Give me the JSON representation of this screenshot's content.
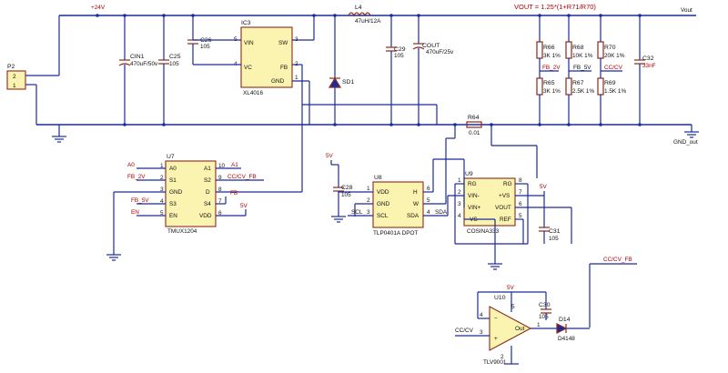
{
  "formula": "VOUT = 1.25*(1+R71/R70)",
  "nets": {
    "v24": "+24V",
    "vout": "Vout",
    "gnd_out": "GND_out",
    "v5_a": "5V",
    "v5_b": "5V",
    "v5_c": "5V",
    "v5_d": "5V",
    "a0": "A0",
    "a1": "A1",
    "fb_2v": "FB_2V",
    "fb_5v": "FB_5V",
    "en": "EN",
    "fb": "FB",
    "cc_cv_fb": "CC/CV_FB",
    "cc_cv_fb2": "CC/CV_FB",
    "cc_cv_r": "CC/CV",
    "cc_cv_in": "CC/CV",
    "fb_2v_r": "FB_2V",
    "fb_5v_r": "FB_5V",
    "scl": "SCL",
    "sda": "SDA"
  },
  "components": {
    "p2": {
      "ref": "P2",
      "pins": [
        "2",
        "1"
      ]
    },
    "cin1": {
      "ref": "CIN1",
      "value": "470uF/50v"
    },
    "c25": {
      "ref": "C25",
      "value": "105"
    },
    "c26": {
      "ref": "C26",
      "value": "105"
    },
    "ic3": {
      "ref": "IC3",
      "part": "XL4016",
      "pins": {
        "vin": "VIN",
        "sw": "SW",
        "vc": "VC",
        "fb": "FB",
        "gnd": "GND"
      },
      "nums": {
        "vin": "5",
        "sw": "3",
        "vc": "4",
        "fb": "2",
        "gnd": "1"
      }
    },
    "l4": {
      "ref": "L4",
      "value": "47uH/12A"
    },
    "sd1": {
      "ref": "SD1"
    },
    "c29": {
      "ref": "C29",
      "value": "105"
    },
    "cout": {
      "ref": "COUT",
      "value": "470uF/25v"
    },
    "r66": {
      "ref": "R66",
      "value": "3K 1%"
    },
    "r68": {
      "ref": "R68",
      "value": "10K 1%"
    },
    "r70": {
      "ref": "R70",
      "value": "20K 1%"
    },
    "c32": {
      "ref": "C32",
      "value": "33nF"
    },
    "r65": {
      "ref": "R65",
      "value": "3K 1%"
    },
    "r67": {
      "ref": "R67",
      "value": "2.5K 1%"
    },
    "r69": {
      "ref": "R69",
      "value": "1.5K 1%"
    },
    "r64": {
      "ref": "R64",
      "value": "0.01"
    },
    "u7": {
      "ref": "U7",
      "part": "TMUX1204",
      "left": [
        "A0",
        "S1",
        "GND",
        "S3",
        "EN"
      ],
      "leftnums": [
        "1",
        "2",
        "3",
        "4",
        "5"
      ],
      "right": [
        "A1",
        "S2",
        "D",
        "S4",
        "VDD"
      ],
      "rightnums": [
        "10",
        "9",
        "8",
        "7",
        "6"
      ]
    },
    "c28": {
      "ref": "C28",
      "value": "105"
    },
    "u8": {
      "ref": "U8",
      "part": "TLP0401A DPOT",
      "left": [
        "VDD",
        "GND",
        "SCL"
      ],
      "leftnums": [
        "1",
        "2",
        "3"
      ],
      "right": [
        "H",
        "W",
        "SDA"
      ],
      "rightnums": [
        "6",
        "5",
        "4"
      ]
    },
    "u9": {
      "ref": "U9",
      "part": "COSINA333",
      "left": [
        "RG",
        "VIN-",
        "VIN+",
        "-VS"
      ],
      "leftnums": [
        "1",
        "2",
        "3",
        "4"
      ],
      "right": [
        "RG",
        "+VS",
        "VOUT",
        "REF"
      ],
      "rightnums": [
        "8",
        "7",
        "6",
        "5"
      ]
    },
    "c31": {
      "ref": "C31",
      "value": "105"
    },
    "u10": {
      "ref": "U10",
      "part": "TLV9001",
      "out": "Out",
      "nums": {
        "pin5": "5",
        "pin4": "4",
        "pin1": "1",
        "pin3": "3",
        "pin2": "2"
      }
    },
    "c30": {
      "ref": "C30",
      "value": "105"
    },
    "d14": {
      "ref": "D14",
      "part": "D4148"
    }
  }
}
